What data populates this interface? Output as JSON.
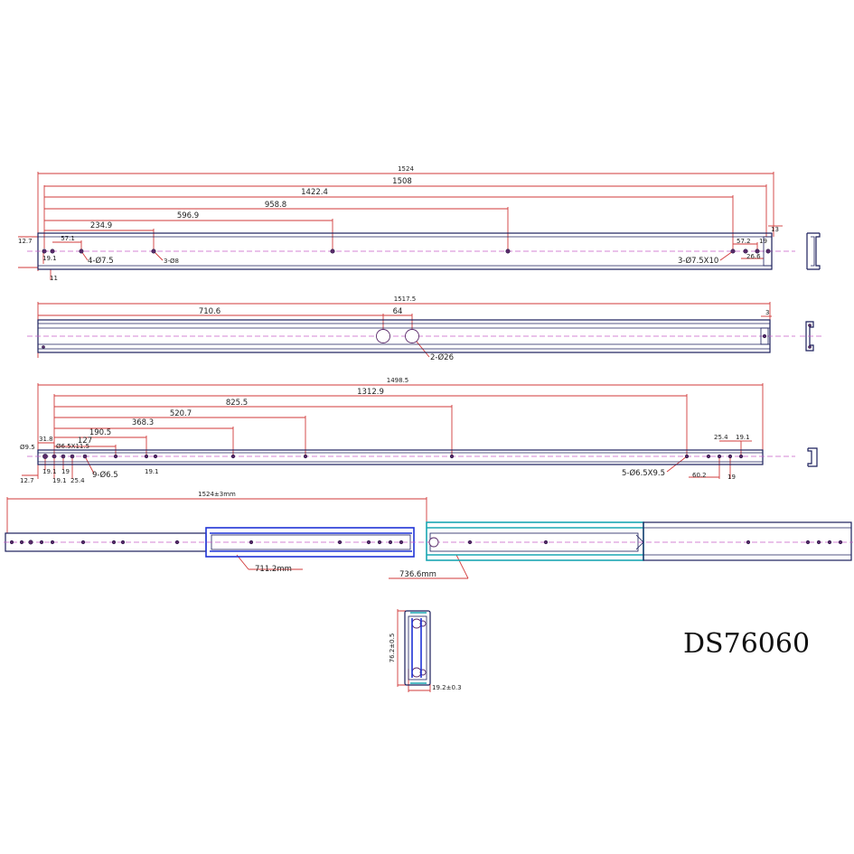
{
  "model_code": "DS76060",
  "view1": {
    "dims": [
      "1524",
      "1508",
      "1422.4",
      "958.8",
      "596.9",
      "234.9",
      "57.1",
      "12.7",
      "19.1",
      "11",
      "13",
      "57.2",
      "19",
      "26.6"
    ],
    "callouts": [
      "4-Ø7.5",
      "3-Ø8",
      "3-Ø7.5X10"
    ]
  },
  "view2": {
    "dims": [
      "1517.5",
      "710.6",
      "64",
      "3"
    ],
    "callouts": [
      "2-Ø26"
    ]
  },
  "view3": {
    "dims": [
      "1498.5",
      "1312.9",
      "825.5",
      "520.7",
      "368.3",
      "190.5",
      "127",
      "31.8",
      "Ø9.5",
      "12.7",
      "19.1",
      "19.1",
      "19",
      "25.4",
      "25.4",
      "19.1",
      "60.2",
      "19",
      "19.1"
    ],
    "callouts": [
      "Ø6.5X11.5",
      "9-Ø6.5",
      "5-Ø6.5X9.5"
    ]
  },
  "view4": {
    "dims": [
      "1524±3mm",
      "711.2mm",
      "736.6mm"
    ]
  },
  "section": {
    "dims": [
      "76.2±0.5",
      "19.2±0.3"
    ]
  }
}
